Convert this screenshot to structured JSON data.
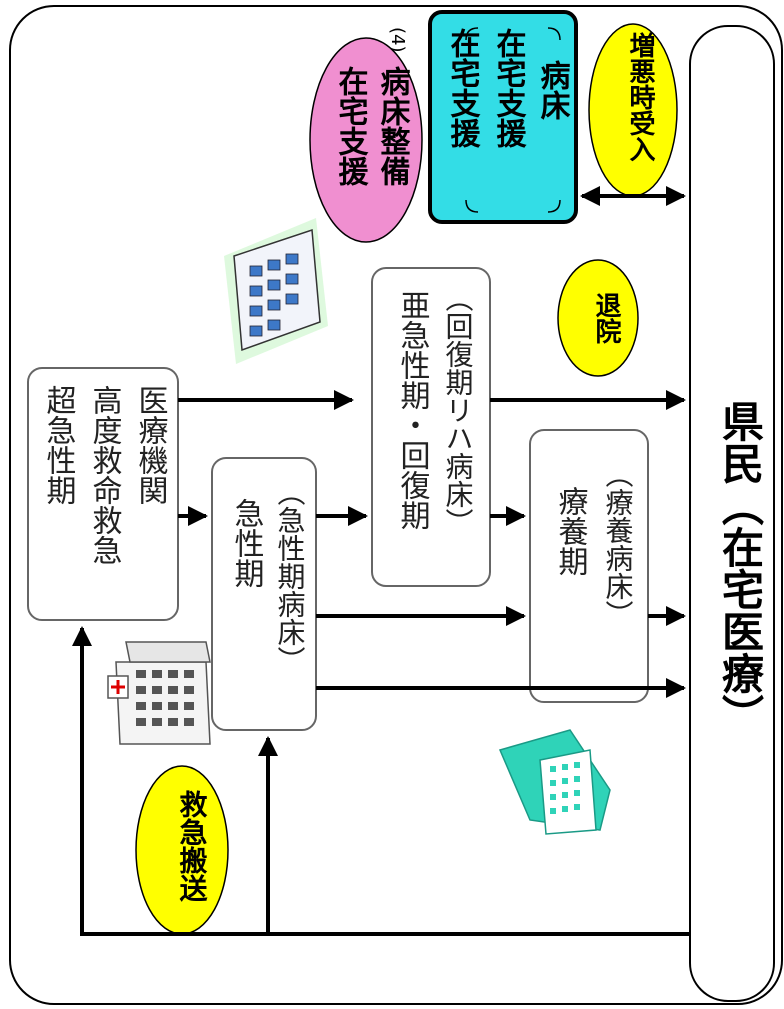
{
  "resident_box": {
    "label": "県民（在宅医療）"
  },
  "boxes": {
    "hyperacute": {
      "title": "超急性期",
      "sub1": "高度救命救急",
      "sub2": "医療機関"
    },
    "acute": {
      "title": "急性期",
      "sub": "（急性期病床）"
    },
    "subacute": {
      "title": "亜急性期・回復期",
      "sub": "（回復期リハ病床）"
    },
    "recuperation": {
      "title": "療養期",
      "sub": "（療養病床）"
    },
    "home_support": {
      "line1": "在宅支援",
      "line2": "在宅支援",
      "line3": "病床"
    }
  },
  "ovals": {
    "emergency": "救急搬送",
    "discharge": "退院",
    "worsening": "増悪時受入",
    "home_support_beds": {
      "line1": "在宅支援",
      "line2": "病床整備"
    }
  },
  "marker": "(4)",
  "colors": {
    "yellow": "#ffff00",
    "pink": "#f08fd0",
    "cyan": "#33dde6",
    "teal": "#2fd3b8"
  },
  "icons": [
    "hospital-building-icon",
    "clinic-building-icon",
    "home-care-building-icon"
  ]
}
